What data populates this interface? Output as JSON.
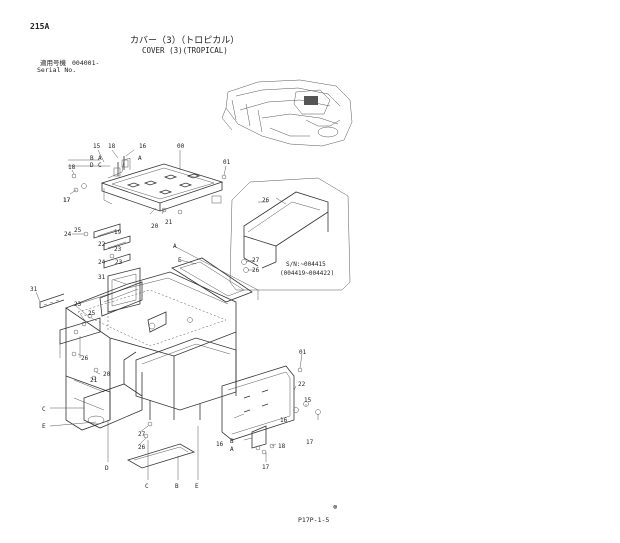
{
  "header": {
    "page_code": "215A",
    "title_jp": "カバー（3）（トロピカル）",
    "title_en": "COVER (3)(TROPICAL)",
    "serial_label_jp": "適用号機",
    "serial_range": "004001-",
    "serial_label_en": "Serial No."
  },
  "inset": {
    "part": "26",
    "serial_up_to": "S/N:~004415",
    "serial_range": "(004419~004422)",
    "parts": [
      "27",
      "26"
    ]
  },
  "parts": [
    "00",
    "01",
    "15",
    "16",
    "17",
    "18",
    "19",
    "20",
    "21",
    "22",
    "23",
    "24",
    "25",
    "26",
    "27",
    "28",
    "31"
  ],
  "reference_letters": [
    "A",
    "B",
    "C",
    "D",
    "E"
  ],
  "footer": {
    "page_number": "P17P-1-5",
    "mark": "⊗"
  }
}
